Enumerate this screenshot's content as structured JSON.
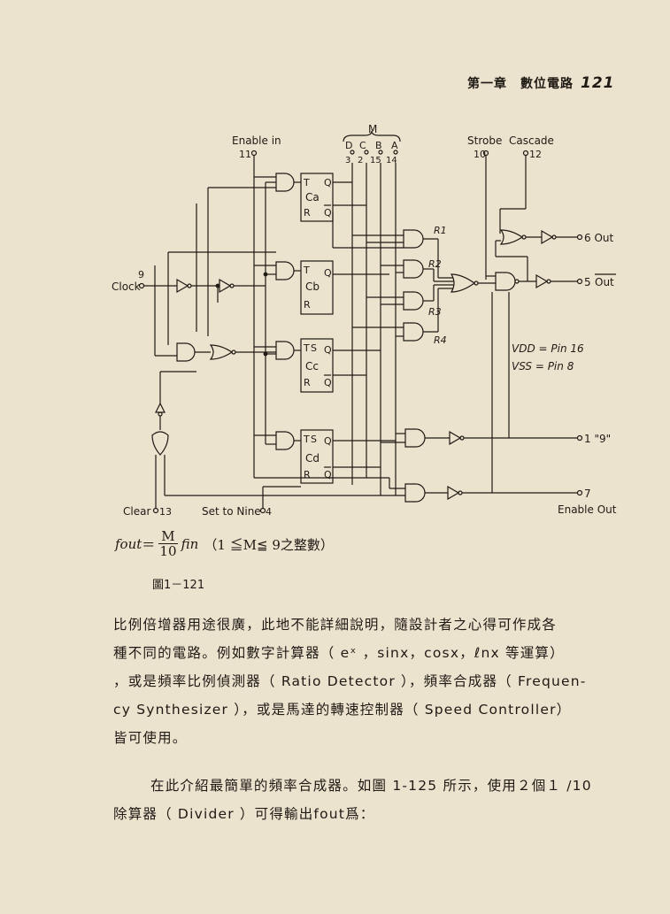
{
  "header": {
    "chapter": "第一章　數位電路",
    "page_number": "121"
  },
  "diagram": {
    "enable_in": "Enable in",
    "pin_11": "11",
    "m_label": "M",
    "m_bits": [
      "D",
      "C",
      "B",
      "A"
    ],
    "m_pins": [
      "3",
      "2",
      "15",
      "14"
    ],
    "strobe": "Strobe",
    "cascade": "Cascade",
    "pin_10": "10",
    "pin_12": "12",
    "clock": "Clock",
    "pin_9": "9",
    "clear": "Clear",
    "pin_13": "13",
    "set_to_nine": "Set to Nine",
    "pin_4": "4",
    "out_6": "6 Out",
    "out_5": "5",
    "out_5_label": "Out",
    "out_1": "1 \"9\"",
    "out_7": "7",
    "enable_out": "Enable Out",
    "vdd": "VDD = Pin 16",
    "vss": "VSS = Pin 8",
    "r_labels": [
      "R1",
      "R2",
      "R3",
      "R4"
    ],
    "ff_labels": [
      "Ca",
      "Cb",
      "Cc",
      "Cd"
    ]
  },
  "formula": {
    "lhs": "fout",
    "numerator": "M",
    "denominator": "10",
    "rhs": "fin",
    "condition": "（1 ≦M≦ 9之整數）"
  },
  "caption": "圖1－121",
  "paragraph1": [
    "比例倍增器用途很廣，此地不能詳細說明，隨設計者之心得可作成各",
    "種不同的電路。例如數字計算器（ eˣ ，sinx，cosx，ℓnx 等運算）",
    "，或是頻率比例偵測器（ Ratio Detector ），頻率合成器（ Frequen-",
    "cy Synthesizer ），或是馬達的轉速控制器（ Speed Controller）",
    "皆可使用。"
  ],
  "paragraph2": [
    "在此介紹最簡單的頻率合成器。如圖 1-125 所示，使用２個１ /10",
    "除算器（ Divider ）可得輸出fout爲："
  ]
}
